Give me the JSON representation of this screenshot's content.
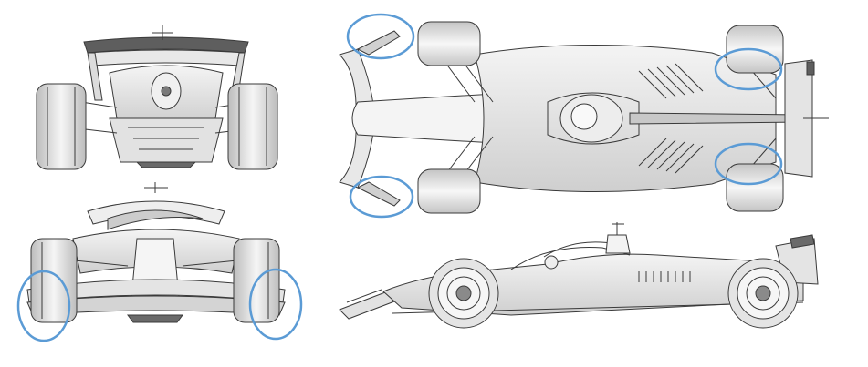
{
  "colors": {
    "background": "#ffffff",
    "outline": "#3a3a3a",
    "body_shade": "#d9d9d9",
    "body_light": "#f2f2f2",
    "dark_part": "#6a6a6a",
    "tyre": "#e6e6e6",
    "highlight": "#5b9bd5"
  },
  "views": [
    "rear-view",
    "front-view",
    "top-view",
    "side-view"
  ],
  "highlights_count": 6
}
